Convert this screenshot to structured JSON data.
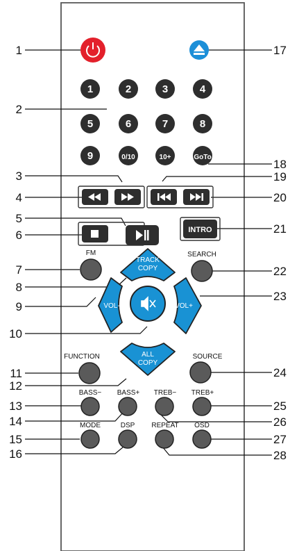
{
  "remote": {
    "number_keys": [
      "1",
      "2",
      "3",
      "4",
      "5",
      "6",
      "7",
      "8",
      "9",
      "0/10",
      "10+",
      "GoTo"
    ],
    "labels": {
      "fm": "FM",
      "search": "SEARCH",
      "intro": "INTRO",
      "track_copy_1": "TRACK",
      "track_copy_2": "COPY",
      "vol_minus": "VOL-",
      "vol_plus": "VOL+",
      "all_copy_1": "ALL",
      "all_copy_2": "COPY",
      "function": "FUNCTION",
      "source": "SOURCE",
      "bass_minus": "BASS−",
      "bass_plus": "BASS+",
      "treb_minus": "TREB−",
      "treb_plus": "TREB+",
      "mode": "MODE",
      "dsp": "DSP",
      "repeat": "REPEAT",
      "osd": "OSD"
    },
    "colors": {
      "power": "#e3202b",
      "eject": "#1c8fd8",
      "blue_keys": "#1992d4",
      "round_keys": "#5a5a5a",
      "number_keys": "#2e2e2e",
      "body_outline": "#555555"
    }
  },
  "callouts": {
    "left": [
      "1",
      "2",
      "3",
      "4",
      "5",
      "6",
      "7",
      "8",
      "9",
      "10",
      "11",
      "12",
      "13",
      "14",
      "15",
      "16"
    ],
    "right": [
      "17",
      "18",
      "19",
      "20",
      "21",
      "22",
      "23",
      "24",
      "25",
      "26",
      "27",
      "28"
    ]
  }
}
